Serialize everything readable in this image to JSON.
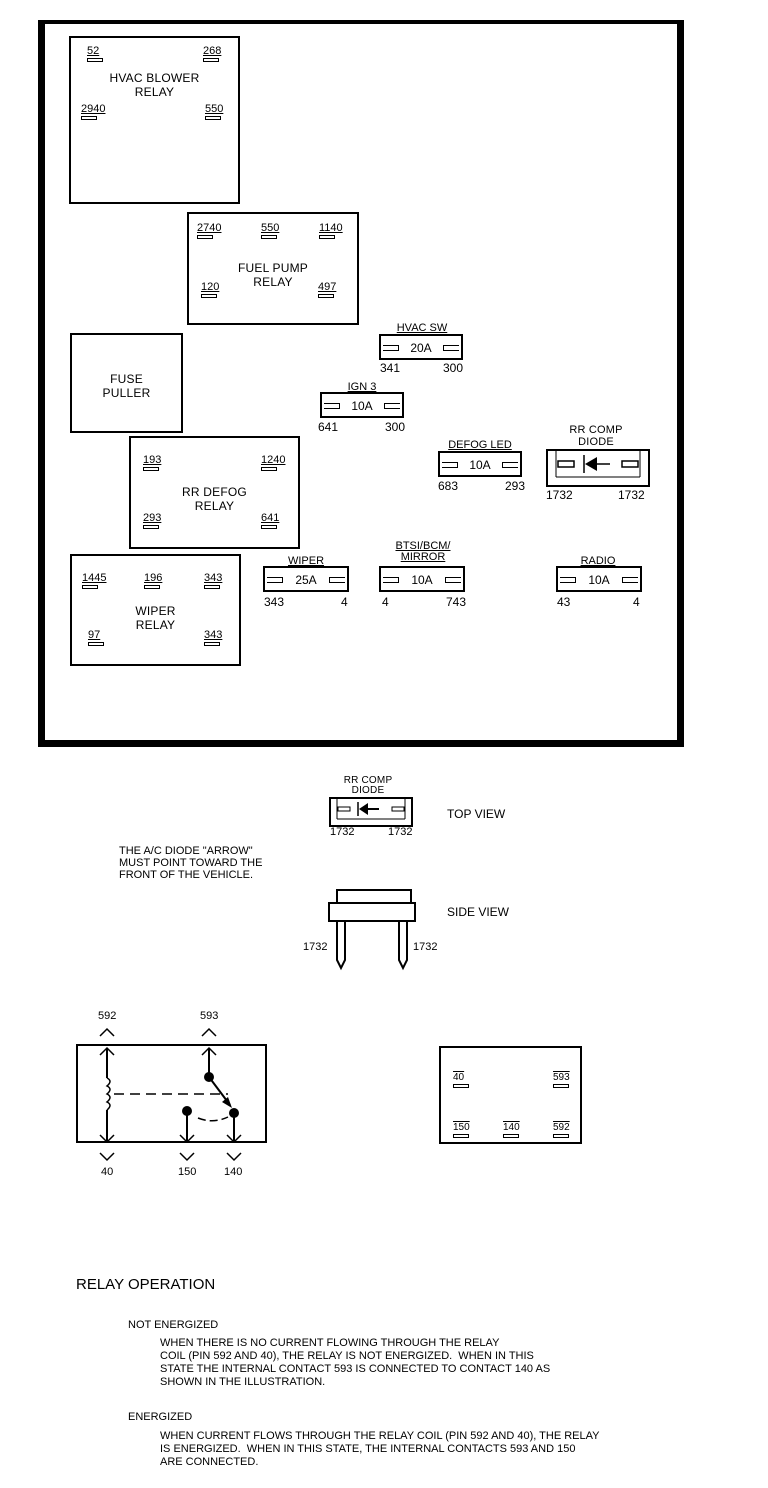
{
  "relays": {
    "hvac_blower": {
      "name": "HVAC BLOWER\nRELAY",
      "pins": [
        "52",
        "268",
        "2940",
        "550"
      ]
    },
    "fuel_pump": {
      "name": "FUEL PUMP\nRELAY",
      "pins": [
        "2740",
        "550",
        "1140",
        "120",
        "497"
      ]
    },
    "rr_defog": {
      "name": "RR DEFOG\nRELAY",
      "pins": [
        "193",
        "1240",
        "293",
        "641"
      ]
    },
    "wiper": {
      "name": "WIPER\nRELAY",
      "pins": [
        "1445",
        "196",
        "343",
        "97",
        "343"
      ]
    }
  },
  "fuse_puller": {
    "label": "FUSE\nPULLER"
  },
  "fuses": [
    {
      "name": "HVAC SW",
      "rating": "20A",
      "pin_left": "341",
      "pin_right": "300"
    },
    {
      "name": "IGN 3",
      "rating": "10A",
      "pin_left": "641",
      "pin_right": "300"
    },
    {
      "name": "DEFOG LED",
      "rating": "10A",
      "pin_left": "683",
      "pin_right": "293"
    },
    {
      "name": "WIPER",
      "rating": "25A",
      "pin_left": "343",
      "pin_right": "4"
    },
    {
      "name": "BTSI/BCM/\nMIRROR",
      "rating": "10A",
      "pin_left": "4",
      "pin_right": "743"
    },
    {
      "name": "RADIO",
      "rating": "10A",
      "pin_left": "43",
      "pin_right": "4"
    }
  ],
  "diode": {
    "name": "RR COMP\nDIODE",
    "pin_left": "1732",
    "pin_right": "1732"
  },
  "diode_detail": {
    "name": "RR COMP\nDIODE",
    "pin_left": "1732",
    "pin_right": "1732",
    "top_view_label": "TOP VIEW",
    "side_view_label": "SIDE VIEW",
    "note": "THE A/C DIODE \"ARROW\"\nMUST POINT TOWARD THE\nFRONT OF THE VEHICLE."
  },
  "relay_schematic": {
    "pins_top": [
      "592",
      "593"
    ],
    "pins_bottom": [
      "40",
      "150",
      "140"
    ]
  },
  "relay_footprint": {
    "pins": [
      "40",
      "593",
      "150",
      "140",
      "592"
    ]
  },
  "relay_operation": {
    "title": "RELAY OPERATION",
    "not_energized_heading": "NOT ENERGIZED",
    "not_energized_text": "WHEN THERE IS NO CURRENT FLOWING THROUGH THE RELAY\nCOIL (PIN 592 AND 40), THE RELAY IS NOT ENERGIZED.  WHEN IN THIS\nSTATE THE INTERNAL CONTACT 593 IS CONNECTED TO CONTACT 140 AS\nSHOWN IN THE ILLUSTRATION.",
    "energized_heading": "ENERGIZED",
    "energized_text": "WHEN CURRENT FLOWS THROUGH THE RELAY COIL (PIN 592 AND 40), THE RELAY\nIS ENERGIZED.  WHEN IN THIS STATE, THE INTERNAL CONTACTS 593 AND 150\nARE CONNECTED."
  }
}
